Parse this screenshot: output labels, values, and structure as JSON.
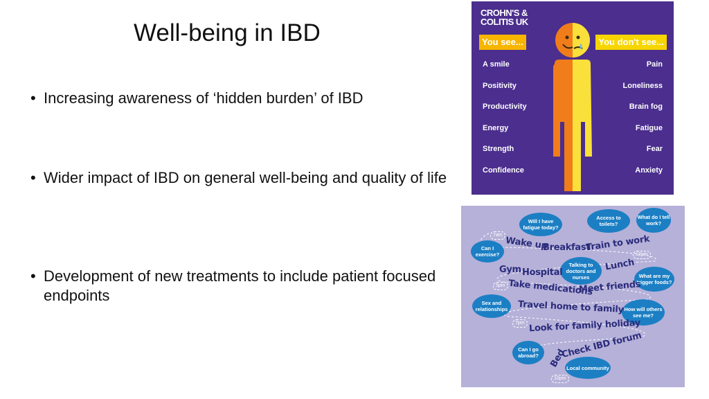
{
  "slide": {
    "title": "Well-being in IBD",
    "bullets": [
      "Increasing awareness of ‘hidden burden’ of IBD",
      "Wider impact of IBD on general well-being and quality of life",
      "Development of new treatments to include patient focused endpoints"
    ],
    "bullet_marker": "•"
  },
  "poster": {
    "logo_line1": "CROHN'S &",
    "logo_line2": "COLITIS UK",
    "left_tag": "You see...",
    "right_tag": "You don't see...",
    "you_see": [
      "A smile",
      "Positivity",
      "Productivity",
      "Energy",
      "Strength",
      "Confidence"
    ],
    "you_dont_see": [
      "Pain",
      "Loneliness",
      "Brain fog",
      "Fatigue",
      "Fear",
      "Anxiety"
    ],
    "colors": {
      "background": "#4b2e8e",
      "orange": "#f07d1a",
      "yellow": "#f9e03a"
    }
  },
  "timeline": {
    "bubbles": [
      "Will I have fatigue today?",
      "Access to toilets?",
      "What do I tell work?",
      "Can I exercise?",
      "Talking to doctors and nurses",
      "What are my trigger foods?",
      "Sex and relationships",
      "How will others see me?",
      "Can I go abroad?",
      "Local community"
    ],
    "phrases": [
      "Wake up",
      "Breakfast",
      "Train to work",
      "Gym",
      "Hospital",
      "Lunch",
      "Take medications",
      "Meet friends",
      "Travel home to family",
      "Look for family holiday",
      "Bed",
      "Check IBD forum"
    ],
    "times": [
      "7am",
      "12pm",
      "5pm",
      "7pm",
      "10pm"
    ]
  }
}
